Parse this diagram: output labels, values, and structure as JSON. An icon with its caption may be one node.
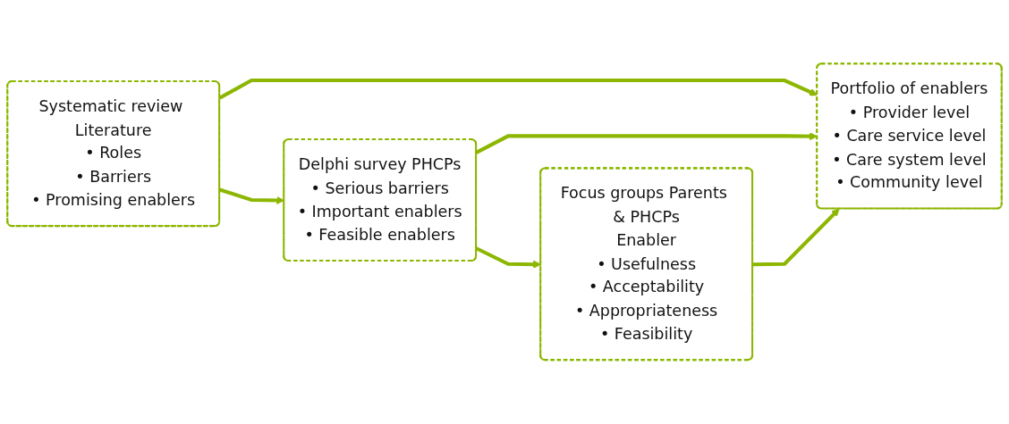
{
  "diagram": {
    "nodes": [
      {
        "text": [
          "Systematic review Literature",
          "• Roles",
          "• Barriers",
          "• Promising enablers"
        ]
      },
      {
        "text": [
          "Delphi survey PHCPs",
          "• Serious barriers",
          "• Important enablers",
          "• Feasible enablers"
        ]
      },
      {
        "text": [
          "Focus groups Parents & PHCPs",
          "Enabler",
          "• Usefulness",
          "• Acceptability",
          "• Appropriateness",
          "• Feasibility"
        ]
      },
      {
        "text": [
          "Portfolio of enablers",
          "• Provider level",
          "• Care service level",
          "• Care system level",
          "• Community level"
        ]
      }
    ],
    "edges": [
      {
        "from": 0,
        "to": 1,
        "arrow": "to"
      },
      {
        "from": 1,
        "to": 2,
        "arrow": "to"
      },
      {
        "from": 0,
        "to": 3,
        "arrow": "to"
      },
      {
        "from": 1,
        "to": 3,
        "arrow": "to"
      },
      {
        "from": 2,
        "to": 3,
        "arrow": "to"
      }
    ]
  }
}
